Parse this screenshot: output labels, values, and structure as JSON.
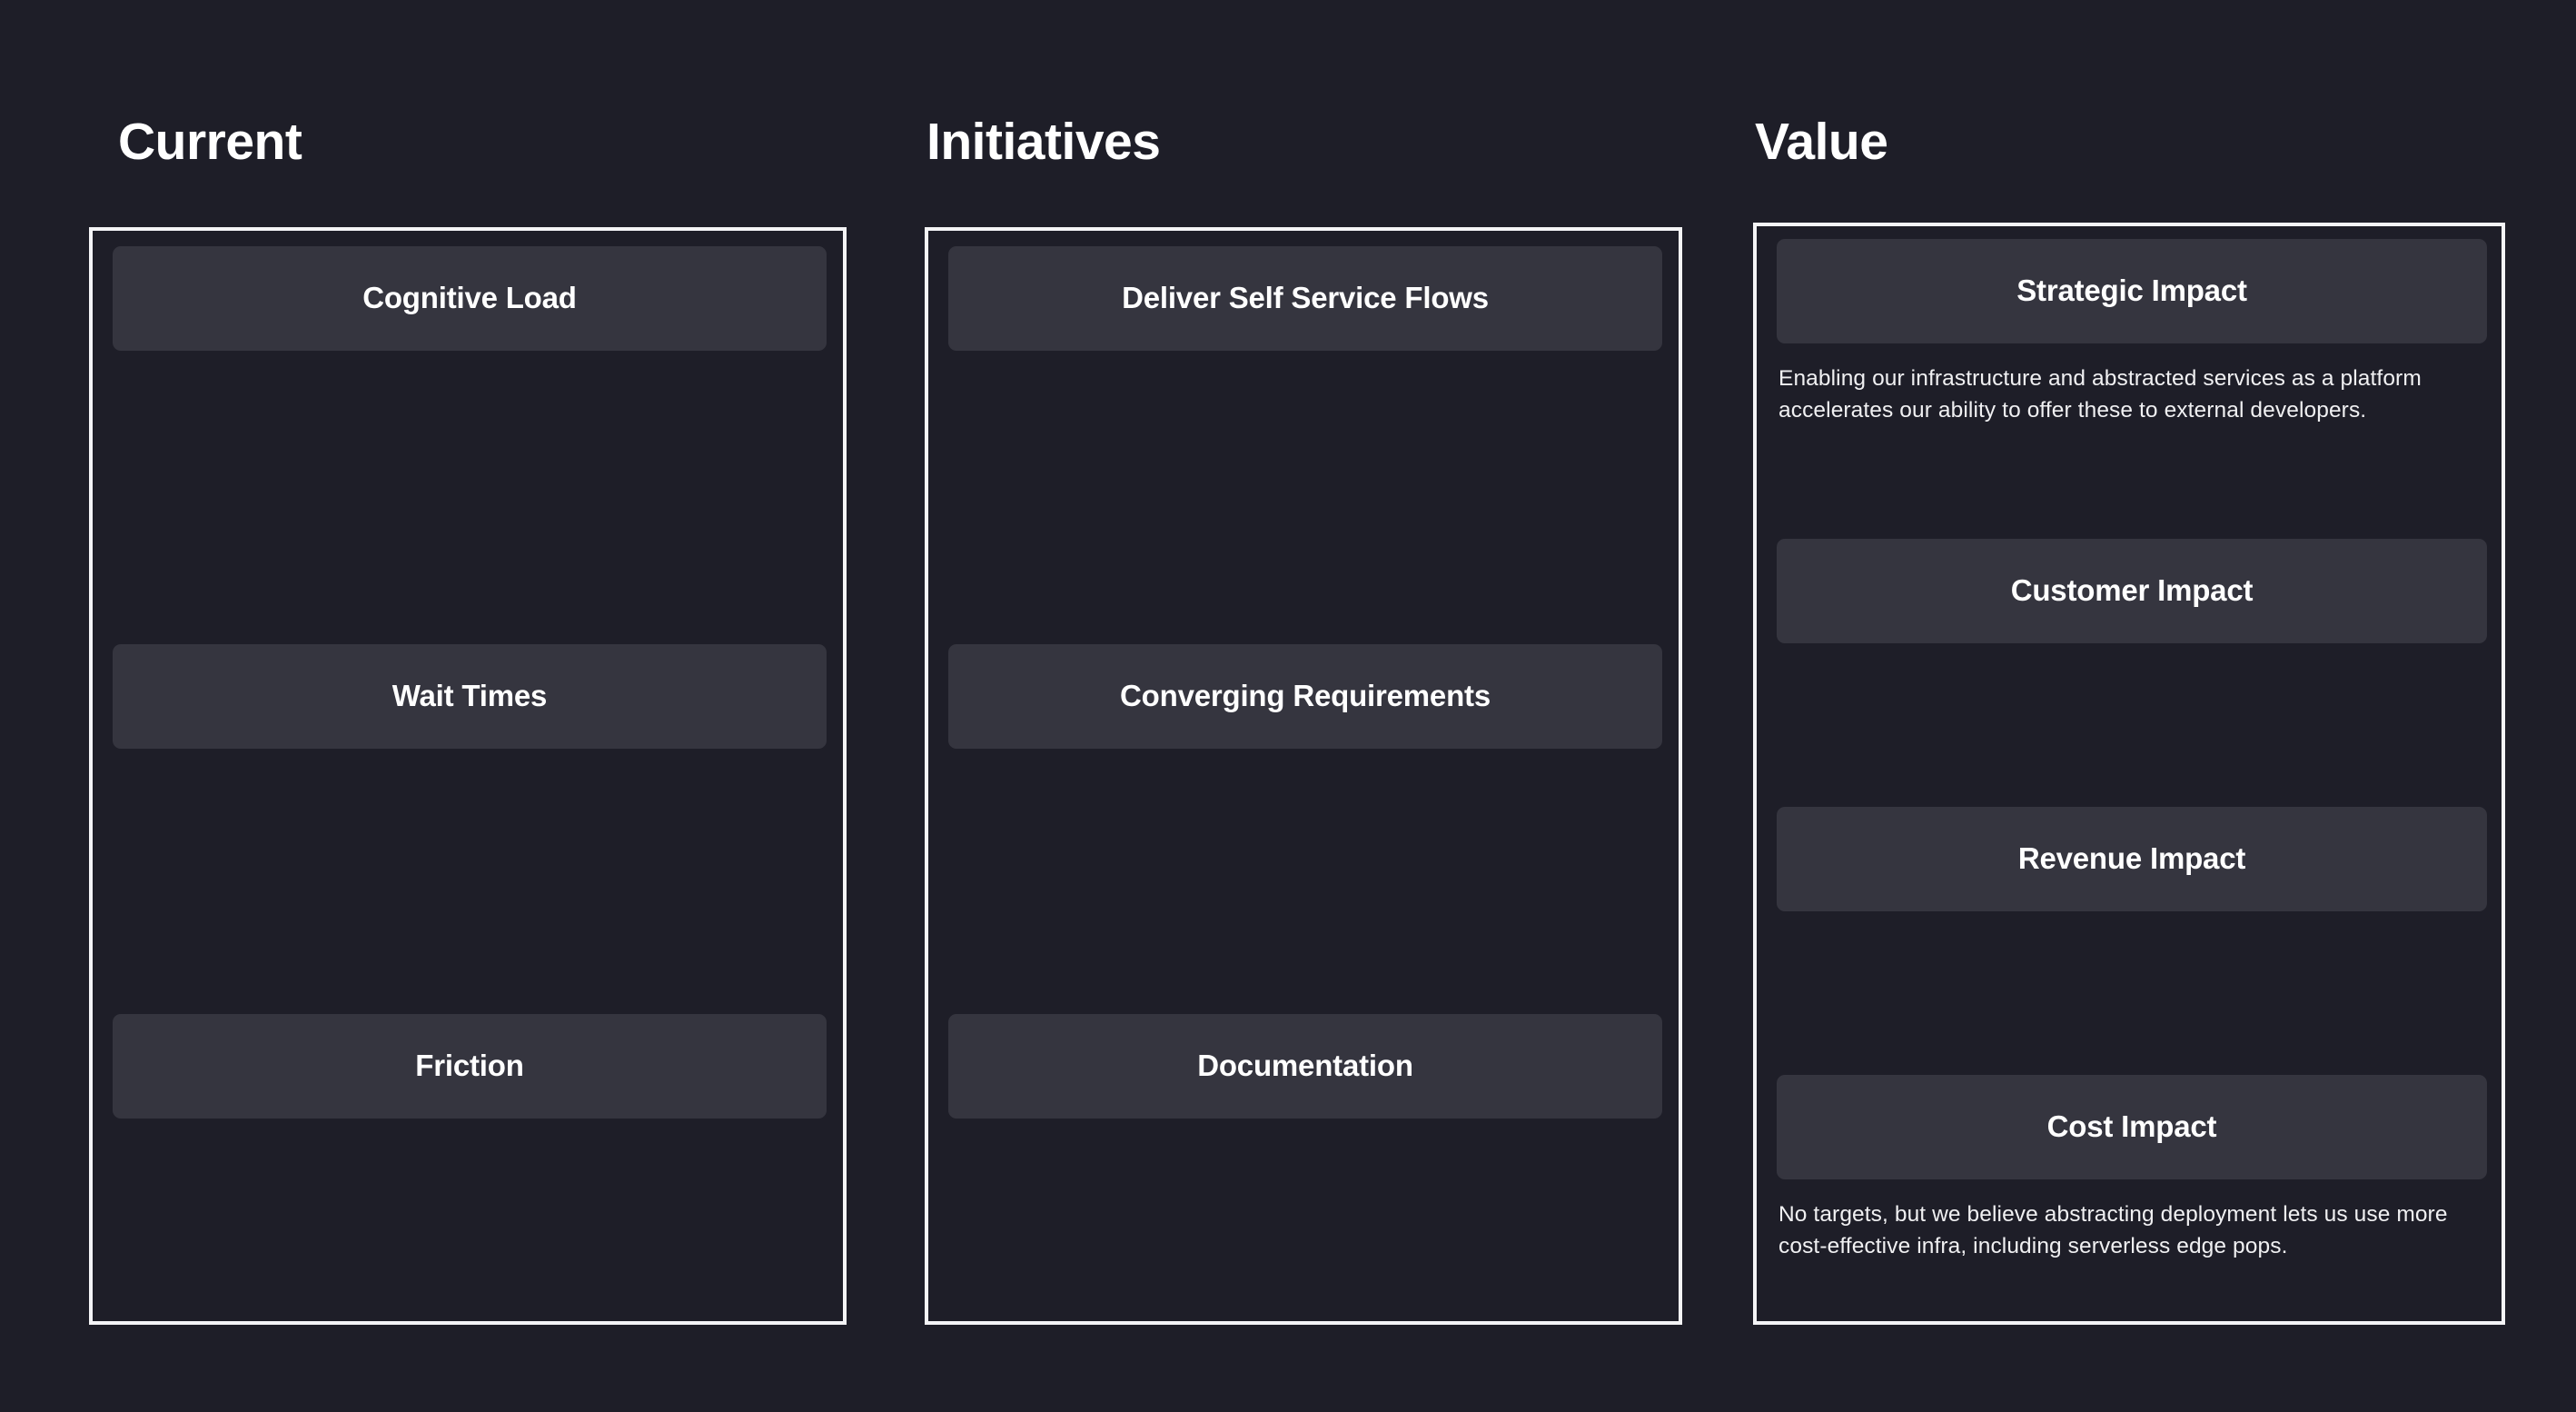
{
  "page": {
    "background_color": "#1e1e28",
    "frame_border_color": "#f4f4f6",
    "card_color": "#35353f",
    "text_color": "#ffffff"
  },
  "columns": [
    {
      "id": "current",
      "heading": "Current",
      "cards": [
        {
          "label": "Cognitive Load",
          "note": ""
        },
        {
          "label": "Wait Times",
          "note": ""
        },
        {
          "label": "Friction",
          "note": ""
        }
      ]
    },
    {
      "id": "initiatives",
      "heading": "Initiatives",
      "cards": [
        {
          "label": "Deliver Self Service Flows",
          "note": ""
        },
        {
          "label": "Converging Requirements",
          "note": ""
        },
        {
          "label": "Documentation",
          "note": ""
        }
      ]
    },
    {
      "id": "value",
      "heading": "Value",
      "cards": [
        {
          "label": "Strategic Impact",
          "note": "Enabling our infrastructure and abstracted services as a platform accelerates our ability to offer these to external developers."
        },
        {
          "label": "Customer Impact",
          "note": ""
        },
        {
          "label": "Revenue Impact",
          "note": ""
        },
        {
          "label": "Cost Impact",
          "note": "No targets, but we believe abstracting deployment lets us use more cost-effective infra, including serverless edge pops."
        }
      ]
    }
  ]
}
